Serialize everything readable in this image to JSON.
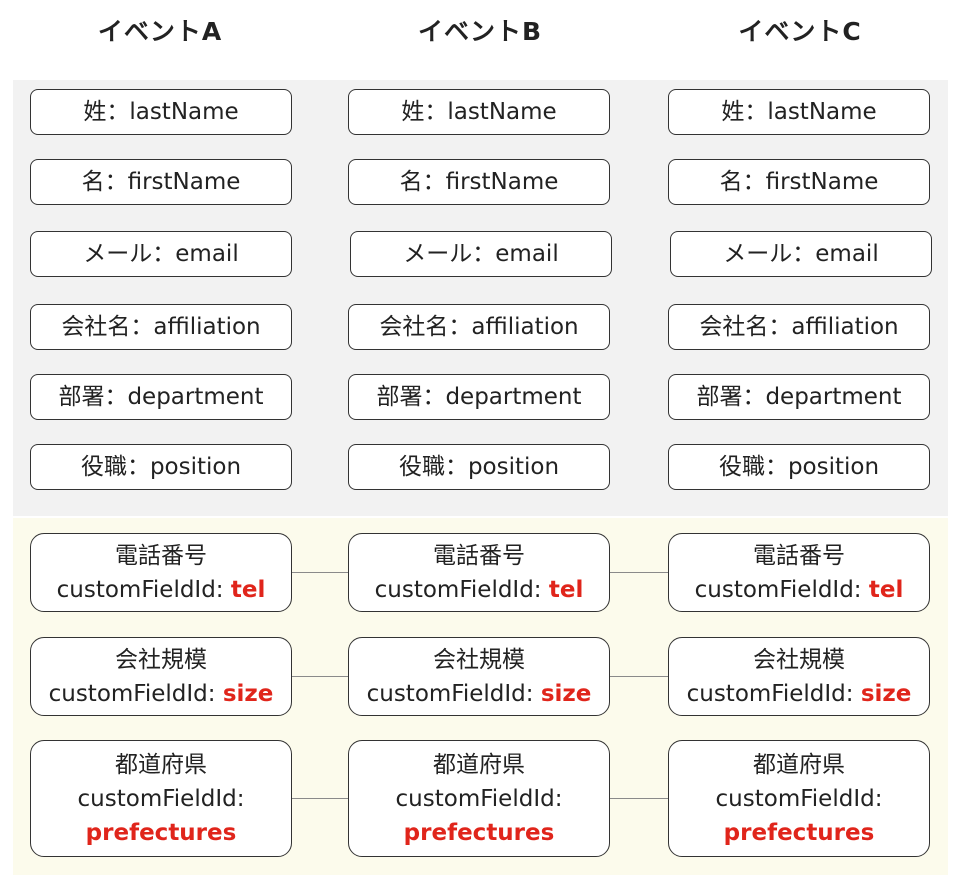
{
  "events": [
    {
      "title": "イベントA"
    },
    {
      "title": "イベントB"
    },
    {
      "title": "イベントC"
    }
  ],
  "standard_fields": [
    "姓：lastName",
    "名：firstName",
    "メール：email",
    "会社名：affiliation",
    "部署：department",
    "役職：position"
  ],
  "custom_fields": [
    {
      "label": "電話番号",
      "prefix": "customFieldId:",
      "key": "tel"
    },
    {
      "label": "会社規模",
      "prefix": "customFieldId:",
      "key": "size"
    },
    {
      "label": "都道府県",
      "prefix": "customFieldId:",
      "key": "prefectures"
    }
  ],
  "colors": {
    "standard_band": "#f2f2f2",
    "custom_band": "#fcfbec",
    "key_highlight": "#e0251b",
    "border": "#333333"
  }
}
